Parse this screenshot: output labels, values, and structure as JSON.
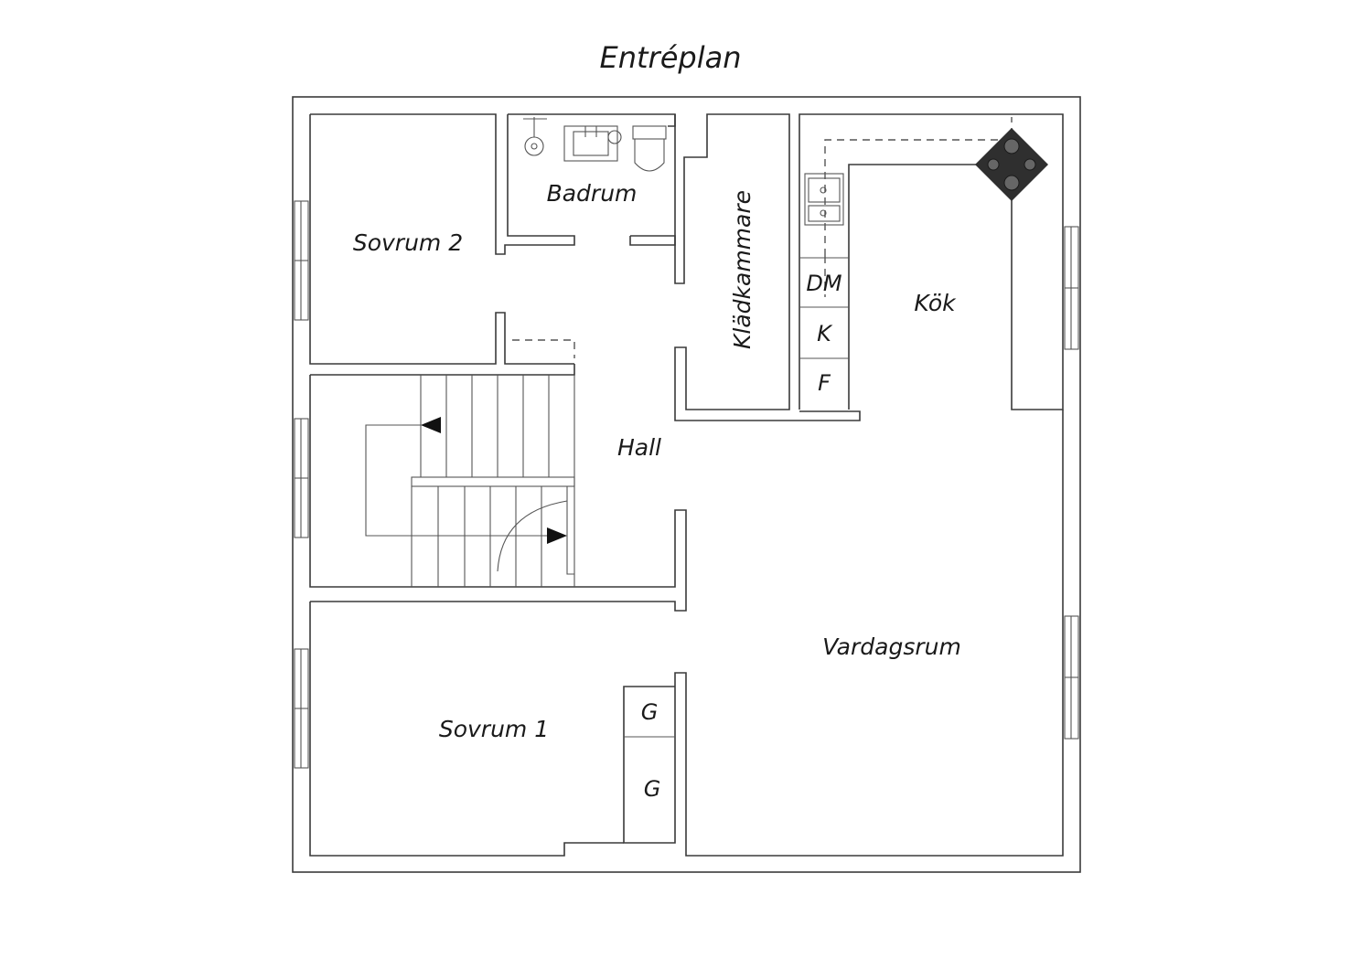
{
  "title": "Entréplan",
  "rooms": {
    "bedroom2": "Sovrum 2",
    "bathroom": "Badrum",
    "walkin_closet": "Klädkammare",
    "kitchen": "Kök",
    "hall": "Hall",
    "living_room": "Vardagsrum",
    "bedroom1": "Sovrum 1"
  },
  "appliances": {
    "dishwasher": "DM",
    "fridge": "K",
    "freezer": "F"
  },
  "wardrobes": [
    "G",
    "G"
  ],
  "colors": {
    "wall": "#3a3a3a",
    "stove": "#2f2f2f",
    "background": "#ffffff"
  }
}
